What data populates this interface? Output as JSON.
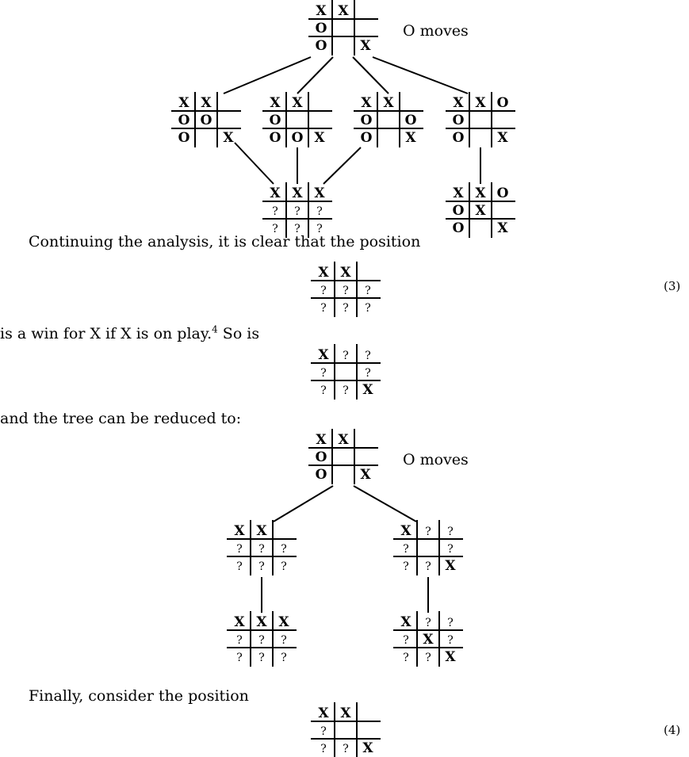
{
  "figure1": {
    "label": "O moves",
    "root": [
      "X",
      "X",
      "",
      "O",
      "",
      "",
      "O",
      "",
      "X"
    ],
    "level1": [
      [
        "X",
        "X",
        "",
        "O",
        "O",
        "",
        "O",
        "",
        "X"
      ],
      [
        "X",
        "X",
        "",
        "O",
        "",
        "",
        "O",
        "O",
        "X"
      ],
      [
        "X",
        "X",
        "",
        "O",
        "",
        "O",
        "O",
        "",
        "X"
      ],
      [
        "X",
        "X",
        "O",
        "O",
        "",
        "",
        "O",
        "",
        "X"
      ]
    ],
    "level2": [
      [
        "X",
        "X",
        "X",
        "?",
        "?",
        "?",
        "?",
        "?",
        "?"
      ],
      [
        "X",
        "X",
        "O",
        "O",
        "X",
        "",
        "O",
        "",
        "X"
      ]
    ]
  },
  "text": {
    "p1": "Continuing the analysis, it is clear that the position",
    "p2_before": "is a win for X if X is on play.",
    "p2_footnote": "4",
    "p2_after": " So is",
    "p3": "and the tree can be reduced to:",
    "p4": "Finally, consider the position"
  },
  "equations": {
    "eq3_label": "(3)",
    "eq3_board": [
      "X",
      "X",
      "",
      "?",
      "?",
      "?",
      "?",
      "?",
      "?"
    ],
    "mid_board": [
      "X",
      "?",
      "?",
      "?",
      "",
      "?",
      "?",
      "?",
      "X"
    ],
    "eq4_label": "(4)",
    "eq4_board": [
      "X",
      "X",
      "",
      "?",
      "",
      "",
      "?",
      "?",
      "X"
    ]
  },
  "figure2": {
    "label": "O moves",
    "root": [
      "X",
      "X",
      "",
      "O",
      "",
      "",
      "O",
      "",
      "X"
    ],
    "level1": [
      [
        "X",
        "X",
        "",
        "?",
        "?",
        "?",
        "?",
        "?",
        "?"
      ],
      [
        "X",
        "?",
        "?",
        "?",
        "",
        "?",
        "?",
        "?",
        "X"
      ]
    ],
    "level2": [
      [
        "X",
        "X",
        "X",
        "?",
        "?",
        "?",
        "?",
        "?",
        "?"
      ],
      [
        "X",
        "?",
        "?",
        "?",
        "X",
        "?",
        "?",
        "?",
        "X"
      ]
    ]
  }
}
